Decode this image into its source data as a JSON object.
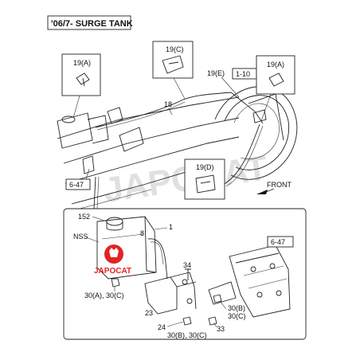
{
  "title": "'06/7- SURGE TANK",
  "labels": {
    "l19a_1": "19(A)",
    "l19c_1": "19(C)",
    "l19e": "19(E)",
    "l1_10": "1-10",
    "l19a_2": "19(A)",
    "l18": "18",
    "l6_47_top": "6-47",
    "l19d": "19(D)",
    "front": "FRONT",
    "l152": "152",
    "lnss": "NSS",
    "l8": "8",
    "l1": "1",
    "l6_47_bottom": "6-47",
    "l34": "34",
    "l30ac": "30(A), 30(C)",
    "l23": "23",
    "l30b": "30(B)",
    "l30c": "30(C)",
    "l24": "24",
    "l30bc": "30(B), 30(C)",
    "l33": "33"
  },
  "watermark": "JAPOCAT",
  "logo": {
    "text": "JAPOCAT",
    "color": "#e02424"
  },
  "colors": {
    "line": "#222222",
    "logo": "#e02424",
    "watermark": "#c8c8c8"
  }
}
